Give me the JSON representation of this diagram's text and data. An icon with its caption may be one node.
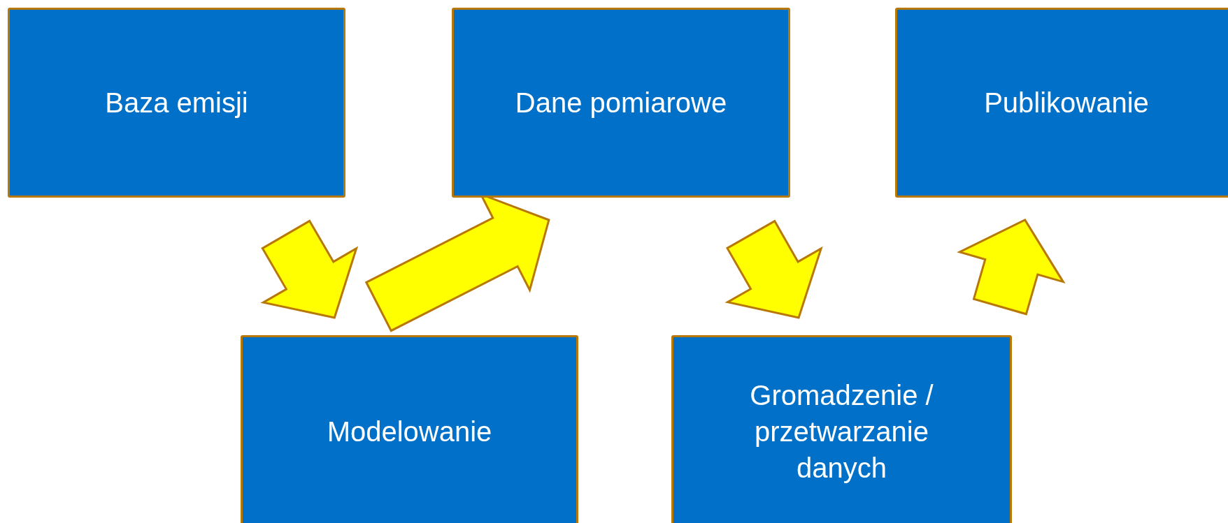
{
  "diagram": {
    "nodes": [
      {
        "text": [
          "Baza emisji"
        ]
      },
      {
        "text": [
          "Dane pomiarowe"
        ]
      },
      {
        "text": [
          "Publikowanie"
        ]
      },
      {
        "text": [
          "Modelowanie"
        ]
      },
      {
        "text": [
          "Gromadzenie / przetwarzanie danych"
        ]
      }
    ],
    "edges": [
      {
        "from": 0,
        "to": 3,
        "arrow": "to"
      },
      {
        "from": 3,
        "to": 1,
        "arrow": "to"
      },
      {
        "from": 1,
        "to": 4,
        "arrow": "to"
      },
      {
        "from": 4,
        "to": 2,
        "arrow": "to"
      }
    ]
  }
}
